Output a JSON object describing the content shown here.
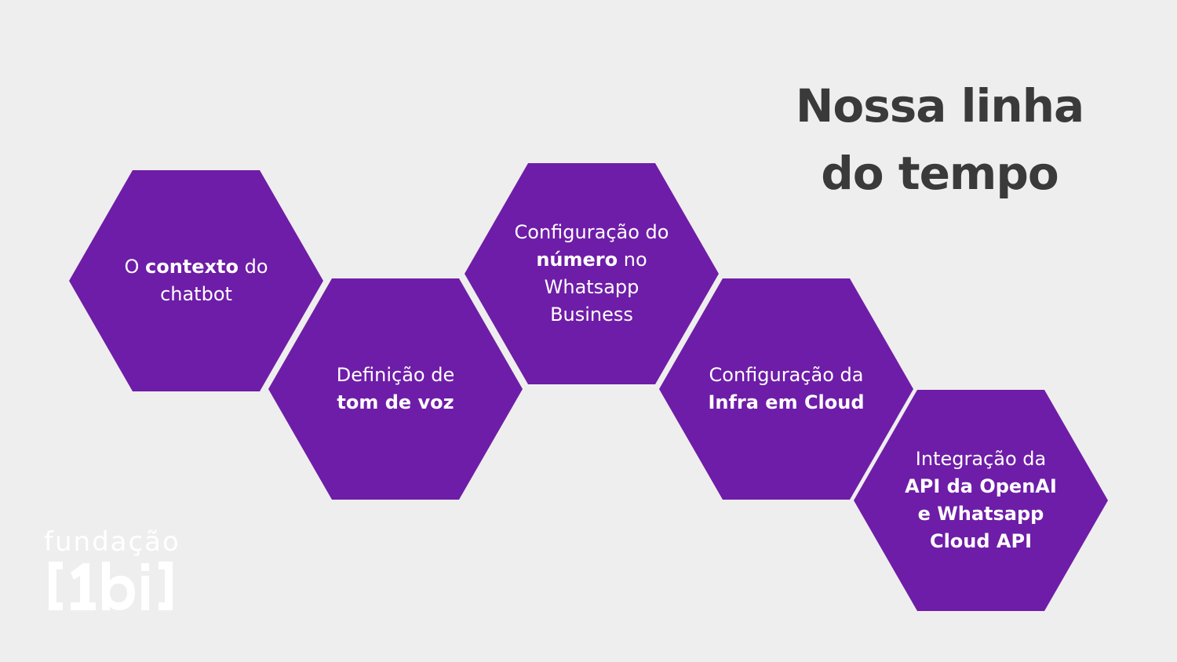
{
  "title": {
    "line1": "Nossa linha",
    "line2": "do tempo"
  },
  "timeline": [
    {
      "parts": [
        {
          "text": "O "
        },
        {
          "text": "contexto",
          "bold": true
        },
        {
          "text": " do chatbot"
        }
      ]
    },
    {
      "parts": [
        {
          "text": "Definição de "
        },
        {
          "text": "tom de voz",
          "bold": true
        }
      ]
    },
    {
      "parts": [
        {
          "text": "Configuração do "
        },
        {
          "text": "número",
          "bold": true
        },
        {
          "text": " no Whatsapp Business"
        }
      ]
    },
    {
      "parts": [
        {
          "text": "Configuração da "
        },
        {
          "text": "Infra em Cloud",
          "bold": true
        }
      ]
    },
    {
      "parts": [
        {
          "text": "Integração da "
        },
        {
          "text": "API da OpenAI e Whatsapp Cloud API",
          "bold": true
        }
      ]
    }
  ],
  "logo": {
    "top_text": "fundação",
    "bottom_text": "[1bi]"
  },
  "colors": {
    "background": "#efeeee",
    "hexagon": "#6e1da8",
    "title": "#3a3a3a",
    "hex_text": "#ffffff"
  }
}
